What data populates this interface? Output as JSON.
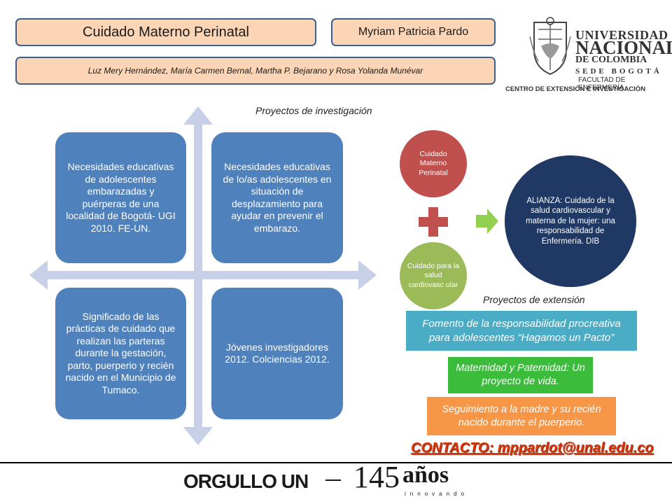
{
  "header": {
    "title": "Cuidado Materno Perinatal",
    "author": "Myriam Patricia Pardo",
    "names": "Luz Mery Hernández, María Carmen Bernal, Martha P. Bejarano y Rosa Yolanda Munévar"
  },
  "university": {
    "line1": "UNIVERSIDAD",
    "line2": "NACIONAL",
    "line3": "DE COLOMBIA",
    "line4": "SEDE BOGOTÁ",
    "line5": "FACULTAD DE ENFERMERÍA",
    "line6": "CENTRO DE EXTENSIÓN E INVESTIGACIÓN"
  },
  "research": {
    "label": "Proyectos de investigación",
    "quadrants": [
      "Necesidades educativas de adolescentes embarazadas y puérperas de una localidad de Bogotá- UGI 2010. FE-UN.",
      "Necesidades educativas de lo/as adolescentes en situación de desplazamiento para ayudar en prevenir el embarazo.",
      "Significado de las prácticas de cuidado que realizan las parteras durante la gestación, parto, puerperio y recién nacido en el Municipio de Tumaco.",
      "Jóvenes investigadores 2012. Colciencias 2012."
    ]
  },
  "alliance": {
    "circle_red": "Cuidado Materno Perinatal",
    "circle_green": "Cuidado para la salud cardiovasc ular",
    "circle_result": "ALIANZA: Cuidado de la salud cardiovascular y materna de la mujer: una responsabilidad de Enfermería. DIB"
  },
  "extension": {
    "label": "Proyectos de extensión",
    "items": [
      "Fomento de la responsabilidad procreativa para adolescentes “Hagamos un Pacto”",
      "Maternidad y Paternidad: Un proyecto de vida.",
      "Seguimiento a la madre y su recién nacido durante el puerperio."
    ]
  },
  "contact": "CONTACTO: mppardot@unal.edu.co",
  "footer": {
    "brand": "ORGULLO UN",
    "number": "145",
    "word": "años",
    "tagline": "innovando"
  },
  "colors": {
    "header_fill": "#fbd5b5",
    "header_border": "#3d5f8e",
    "quadrant": "#4f81bd",
    "arrows": "#c7d0e6",
    "circle_red": "#c0504d",
    "circle_green": "#9bbb59",
    "circle_result": "#1f3864",
    "plus": "#c0504d",
    "arrow_green": "#92d050",
    "ext_teal": "#4bacc6",
    "ext_green": "#3bbd3b",
    "ext_orange": "#f79646",
    "contact": "#d6360b"
  }
}
